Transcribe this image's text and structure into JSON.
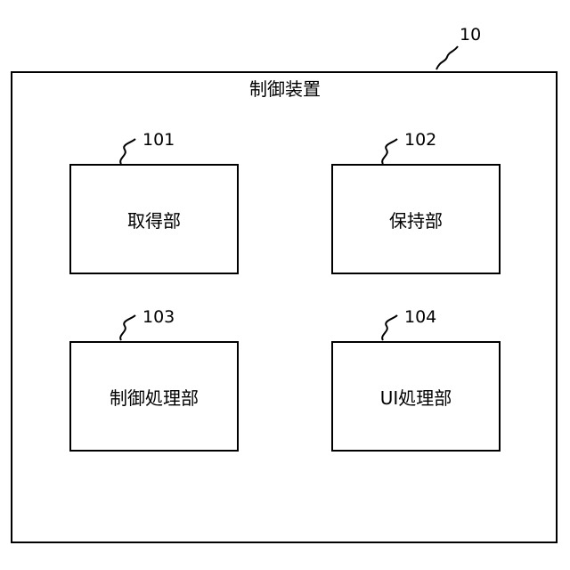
{
  "device": {
    "ref": "10",
    "title": "制御装置"
  },
  "blocks": [
    {
      "ref": "101",
      "label": "取得部"
    },
    {
      "ref": "102",
      "label": "保持部"
    },
    {
      "ref": "103",
      "label": "制御処理部"
    },
    {
      "ref": "104",
      "label": "UI処理部"
    }
  ]
}
